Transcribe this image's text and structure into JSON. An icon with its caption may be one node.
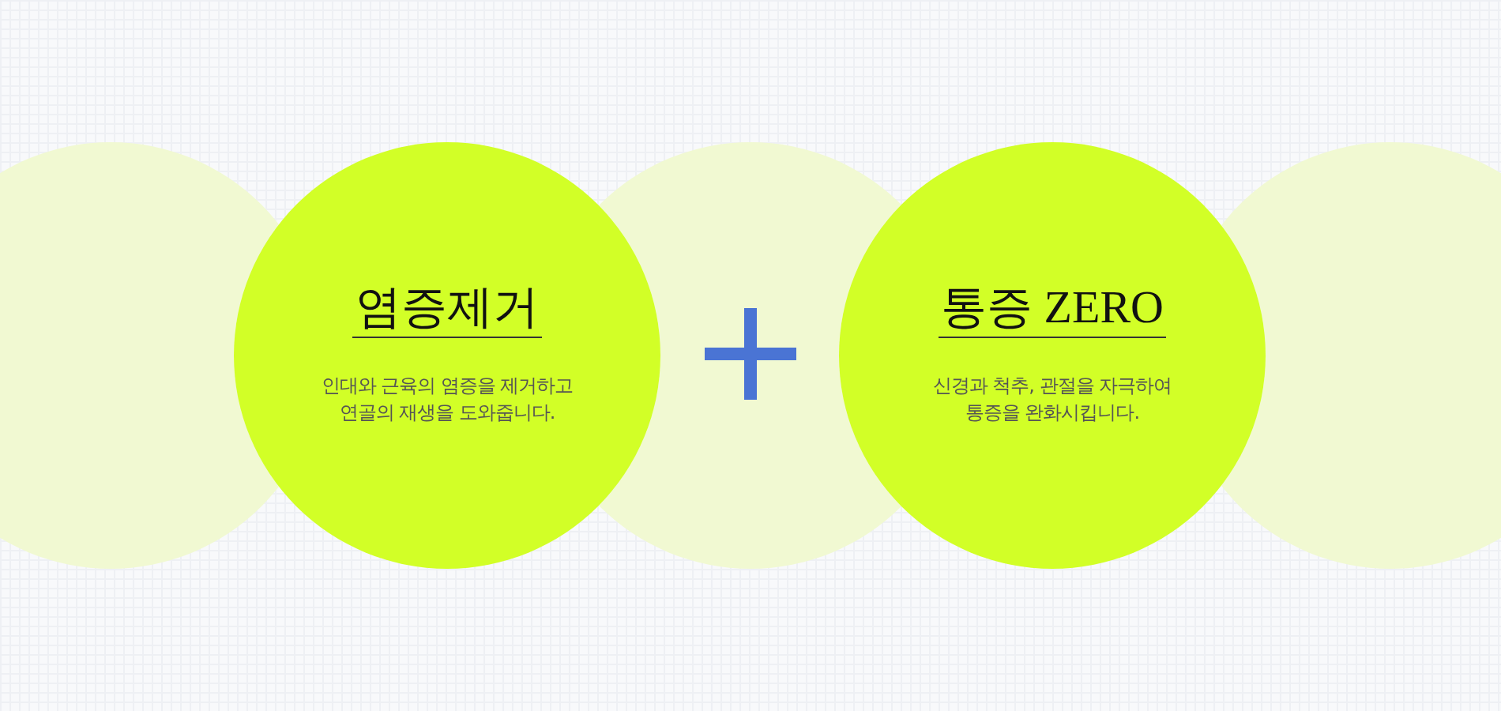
{
  "diagram": {
    "nodes": [
      {
        "text": [],
        "shape": "circle"
      },
      {
        "text": [
          "염증제거",
          "인대와 근육의 염증을 제거하고 연골의 재생을 도와줍니다."
        ]
      },
      {
        "text": [],
        "shape": "circle"
      },
      {
        "text": [
          "통증 ZERO",
          "신경과 척추, 관절을 자극하여 통증을 완화시킵니다."
        ]
      },
      {
        "text": [],
        "shape": "circle"
      }
    ]
  }
}
